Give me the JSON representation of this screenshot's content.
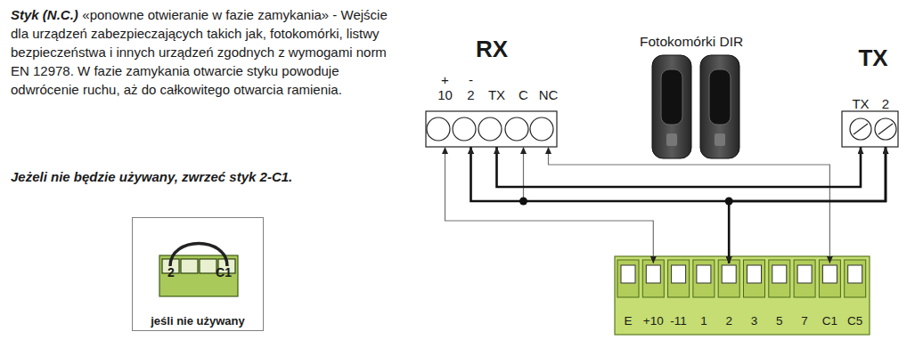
{
  "diagram": {
    "nodes": [
      {
        "text": [
          "2",
          "C1",
          "jeśli nie używany"
        ]
      },
      {
        "text": [
          "RX"
        ]
      },
      {
        "text": [
          "+",
          "10"
        ],
        "in": 1
      },
      {
        "text": [
          "-",
          "2"
        ],
        "in": 1
      },
      {
        "text": [
          "TX"
        ],
        "in": 1
      },
      {
        "text": [
          "C"
        ],
        "in": 1
      },
      {
        "text": [
          "NC"
        ],
        "in": 1
      },
      {
        "text": [
          "TX"
        ]
      },
      {
        "text": [
          "TX"
        ],
        "in": 7
      },
      {
        "text": [
          "2"
        ],
        "in": 7
      },
      {
        "text": [
          "E"
        ]
      },
      {
        "text": [
          "+10"
        ]
      },
      {
        "text": [
          "-11"
        ]
      },
      {
        "text": [
          "1"
        ]
      },
      {
        "text": [
          "2"
        ]
      },
      {
        "text": [
          "3"
        ]
      },
      {
        "text": [
          "5"
        ]
      },
      {
        "text": [
          "7"
        ]
      },
      {
        "text": [
          "C1"
        ]
      },
      {
        "text": [
          "C5"
        ]
      }
    ],
    "edges": [
      {
        "from": 2,
        "to": 11,
        "arrow": "both"
      },
      {
        "from": 3,
        "to": 9,
        "arrow": "both"
      },
      {
        "from": 3,
        "to": 14,
        "arrow": "both"
      },
      {
        "from": 5,
        "to": 14,
        "arrow": "both"
      },
      {
        "from": 9,
        "to": 14,
        "arrow": "both"
      },
      {
        "from": 4,
        "to": 8,
        "arrow": "both"
      },
      {
        "from": 6,
        "to": 18,
        "arrow": "both"
      }
    ],
    "labels": [
      "Styk (N.C.)",
      "«ponowne otwieranie w fazie zamykania» - Wejście dla urządzeń zabezpieczających takich jak, fotokomórki, listwy bezpieczeństwa i innych urządzeń zgodnych z wymogami norm EN 12978. W fazie zamykania otwarcie styku powoduje odwrócenie ruchu, aż do całkowitego otwarcia ramienia.",
      "Jeżeli nie będzie używany, zwrzeć styk 2-C1.",
      "Fotokomórki DIR"
    ]
  }
}
